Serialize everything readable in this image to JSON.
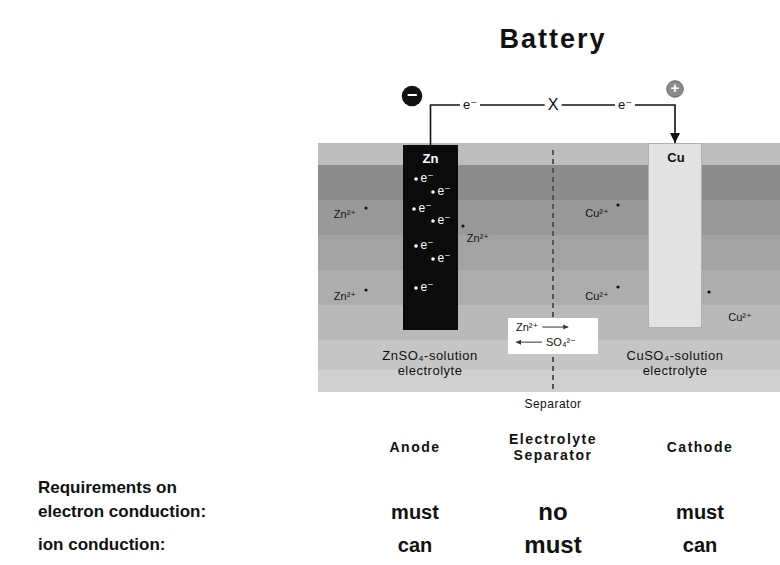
{
  "diagram": {
    "title": "Battery",
    "nodes": [
      {
        "text": [
          "−"
        ]
      },
      {
        "text": [
          "+"
        ]
      },
      {
        "text": [
          "Zn",
          "e⁻",
          "e⁻",
          "e⁻",
          "e⁻",
          "e⁻",
          "e⁻",
          "e⁻"
        ]
      },
      {
        "text": [
          "Cu"
        ]
      },
      {
        "text": [
          "Zn²⁺",
          "SO₄²⁻"
        ]
      }
    ],
    "edges": [
      {
        "from": 2,
        "to": 3,
        "arrow": "to"
      }
    ],
    "labels": [
      "e⁻",
      "X",
      "e⁻",
      "Zn²⁺",
      "Zn²⁺",
      "Zn²⁺",
      "Cu²⁺",
      "Cu²⁺",
      "Cu²⁺",
      "ZnSO₄-solution electrolyte",
      "CuSO₄-solution electrolyte",
      "Separator",
      "Anode",
      "Electrolyte Separator",
      "Cathode",
      "Requirements on",
      "electron conduction:",
      "must",
      "no",
      "must",
      "ion conduction:",
      "can",
      "must",
      "can"
    ]
  }
}
